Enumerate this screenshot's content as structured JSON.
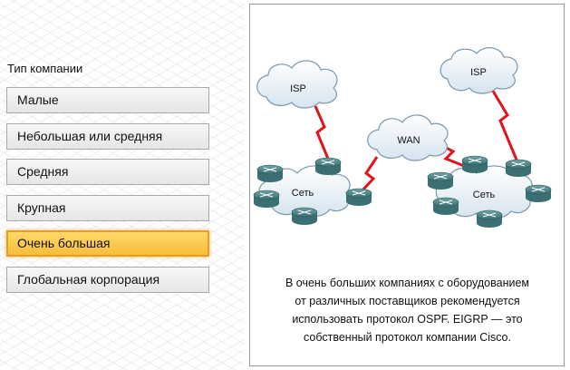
{
  "company_type": {
    "title": "Тип компании",
    "options": [
      {
        "label": "Малые",
        "selected": false
      },
      {
        "label": "Небольшая или средняя",
        "selected": false
      },
      {
        "label": "Средняя",
        "selected": false
      },
      {
        "label": "Крупная",
        "selected": false
      },
      {
        "label": "Очень большая",
        "selected": true
      },
      {
        "label": "Глобальная корпорация",
        "selected": false
      }
    ]
  },
  "diagram": {
    "isp_left": "ISP",
    "isp_right": "ISP",
    "wan": "WAN",
    "net_left": "Сеть",
    "net_right": "Сеть"
  },
  "description": [
    "В очень больших компаниях с оборудованием",
    "от различных поставщиков рекомендуется",
    "использовать протокол OSPF. EIGRP — это",
    "собственный протокол компании Cisco."
  ],
  "colors": {
    "selected_fill": "#f8bd3a",
    "selected_border": "#e39f22",
    "link_red": "#e0141a",
    "router": "#4f8a8c"
  }
}
